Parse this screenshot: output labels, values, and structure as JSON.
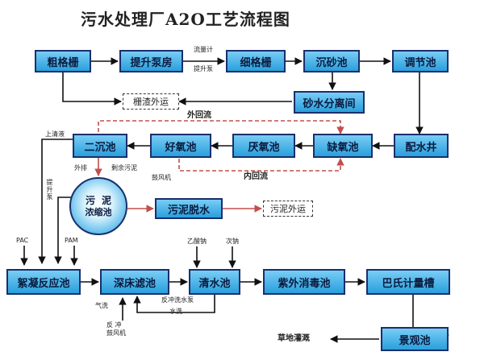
{
  "title": "污水处理厂A2O工艺流程图",
  "nodes": {
    "coarse_screen": "粗格栅",
    "lift_pump_house": "提升泵房",
    "fine_screen": "细格栅",
    "grit_chamber": "沉砂池",
    "equalization_tank": "调节池",
    "grit_separator": "砂水分离间",
    "distribution_well": "配水井",
    "anoxic_tank": "缺氧池",
    "anaerobic_tank": "厌氧池",
    "aerobic_tank": "好氧池",
    "secondary_clarifier": "二沉池",
    "sludge_dewatering": "污泥脱水",
    "flocculation_tank": "絮凝反应池",
    "deep_bed_filter": "深床滤池",
    "clear_water_tank": "清水池",
    "uv_disinfection": "紫外消毒池",
    "parshall_flume": "巴氏计量槽",
    "landscape_pond": "景观池"
  },
  "thickener": {
    "line1": "污泥",
    "line2": "浓缩池"
  },
  "outputs": {
    "screenings_out": "栅渣外运",
    "sludge_out": "污泥外运"
  },
  "labels": {
    "flowmeter": "流量计",
    "lift_pump_small": "提升泵",
    "external_return": "外回流",
    "internal_return": "内回流",
    "supernatant": "上清液",
    "discharge": "外排",
    "excess_sludge": "剩余污泥",
    "blower": "鼓风机",
    "lift_pump_vertical": "提升泵",
    "pac": "PAC",
    "pam": "PAM",
    "sodium_acetate": "乙酸钠",
    "hypochlorite": "次钠",
    "air_wash": "气洗",
    "backwash_pump": "反冲洗水泵",
    "water_wash": "水洗",
    "backwash_blower_l1": "反 冲",
    "backwash_blower_l2": "鼓风机",
    "grassland_irrigation": "草地灌溉"
  },
  "colors": {
    "node_fill_top": "#79cdf5",
    "node_fill_bottom": "#2a9fdc",
    "node_border": "#1a2f6b",
    "flow_line": "#111111",
    "return_line": "#c0504d"
  }
}
